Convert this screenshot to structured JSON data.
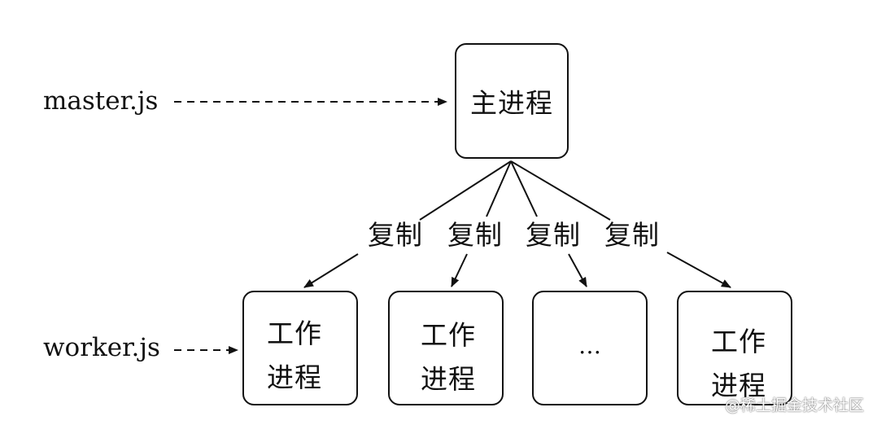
{
  "files": {
    "master": "master.js",
    "worker": "worker.js"
  },
  "master_node": {
    "label": "主进程"
  },
  "edge_label": "复制",
  "worker_nodes": [
    {
      "line1": "工作",
      "line2": "进程"
    },
    {
      "line1": "工作",
      "line2": "进程"
    },
    {
      "line1": "…",
      "line2": ""
    },
    {
      "line1": "工作",
      "line2": "进程"
    }
  ],
  "watermark": "@稀土掘金技术社区"
}
